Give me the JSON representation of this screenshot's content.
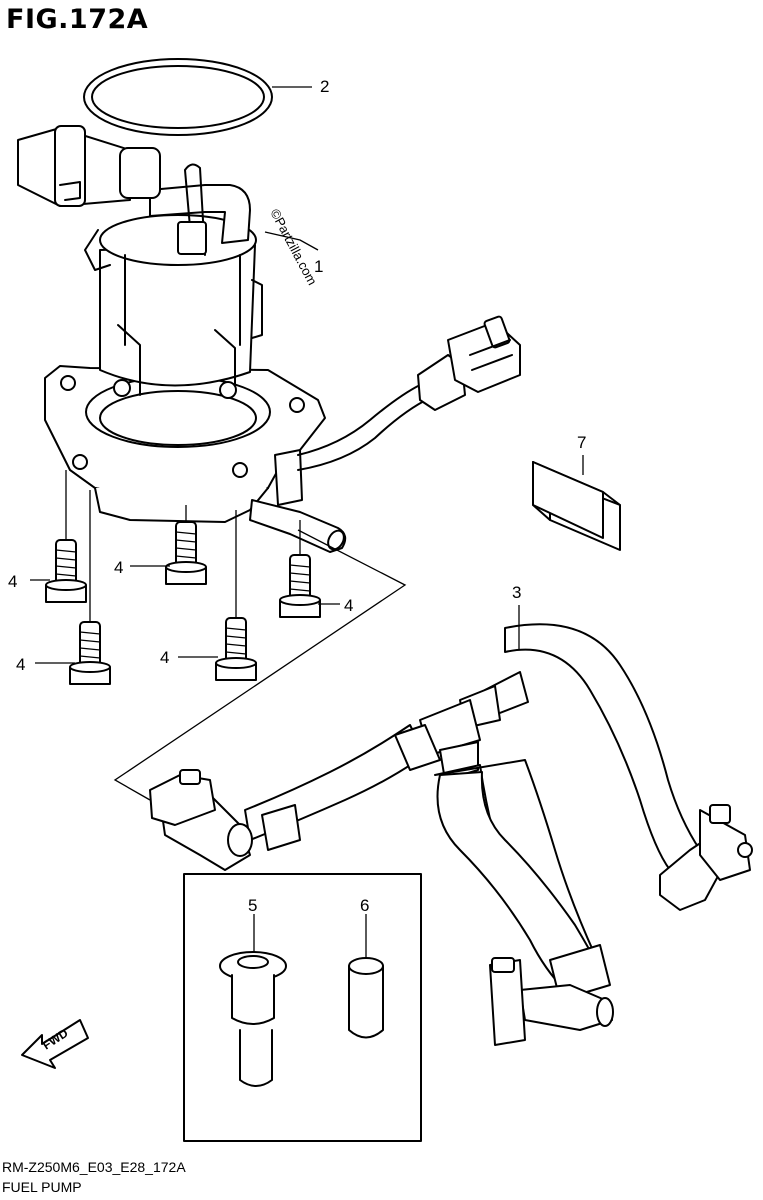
{
  "figure": {
    "title": "FIG.172A",
    "code": "RM-Z250M6_E03_E28_172A",
    "name": "FUEL PUMP"
  },
  "watermark": "©Partzilla.com",
  "direction_label": "FWD",
  "callouts": {
    "c1": "1",
    "c2": "2",
    "c3": "3",
    "c4a": "4",
    "c4b": "4",
    "c4c": "4",
    "c4d": "4",
    "c4e": "4",
    "c5": "5",
    "c6": "6",
    "c7": "7"
  }
}
